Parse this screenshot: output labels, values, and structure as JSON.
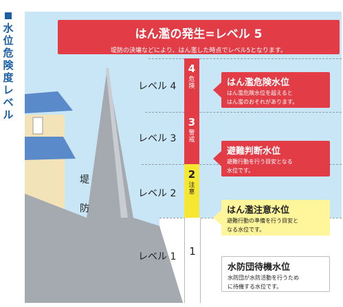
{
  "side_title": "水位危険度レベル",
  "banner": {
    "title": "はん濫の発生=レベル 5",
    "subtitle": "堤防の決壊などにより、はん濫した時点でレベル5となります。"
  },
  "embankment": {
    "char1": "堤",
    "char2": "防"
  },
  "levels": [
    {
      "label": "レベル 4",
      "number": "4",
      "tag": "危険",
      "color": "#e23c47"
    },
    {
      "label": "レベル 3",
      "number": "3",
      "tag": "警戒",
      "color": "#e23c47"
    },
    {
      "label": "レベル 2",
      "number": "2",
      "tag": "注意",
      "color": "#f5e732"
    },
    {
      "label": "レベル 1",
      "number": "1",
      "tag": "",
      "color": "#ffffff"
    }
  ],
  "callouts": [
    {
      "heading": "はん濫危険水位",
      "desc1": "はん濫危険水位を超えると",
      "desc2": "はん濫のおそれがあります。"
    },
    {
      "heading": "避難判断水位",
      "desc1": "避難行動を行う目安となる",
      "desc2": "水位です。"
    },
    {
      "heading": "はん濫注意水位",
      "desc1": "避難行動の準備を行う目安と",
      "desc2": "なる水位です。"
    },
    {
      "heading": "水防団待機水位",
      "desc1": "水防団が水防活動を行うため",
      "desc2": "に待機する水位です。"
    }
  ],
  "colors": {
    "danger": "#e23c47",
    "caution": "#f5e732",
    "sky": "#c9e6f7",
    "embankment": "#a5aab0",
    "title_blue": "#1a5fa8"
  }
}
